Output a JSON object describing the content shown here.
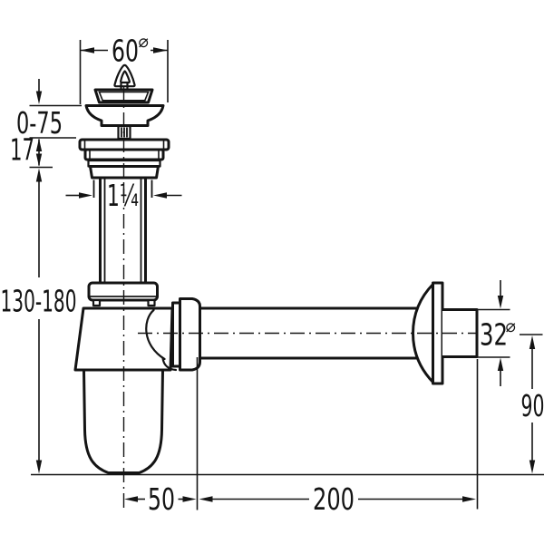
{
  "figure": {
    "kind": "technical-drawing-bottle-trap",
    "background_color": "#ffffff",
    "line_color": "#141414",
    "dimensions": {
      "strainer_diameter": "60",
      "strainer_diameter_symbol": "⌀",
      "stopper_adjust_range": "0-75",
      "flange_stack_height": "17",
      "inlet_thread_size": "1¼",
      "inlet_height_range": "130-180",
      "outlet_pipe_diameter": "32",
      "outlet_pipe_diameter_symbol": "⌀",
      "outlet_center_height": "90",
      "trap_center_to_outlet_nut": "50",
      "outlet_pipe_length": "200"
    }
  }
}
